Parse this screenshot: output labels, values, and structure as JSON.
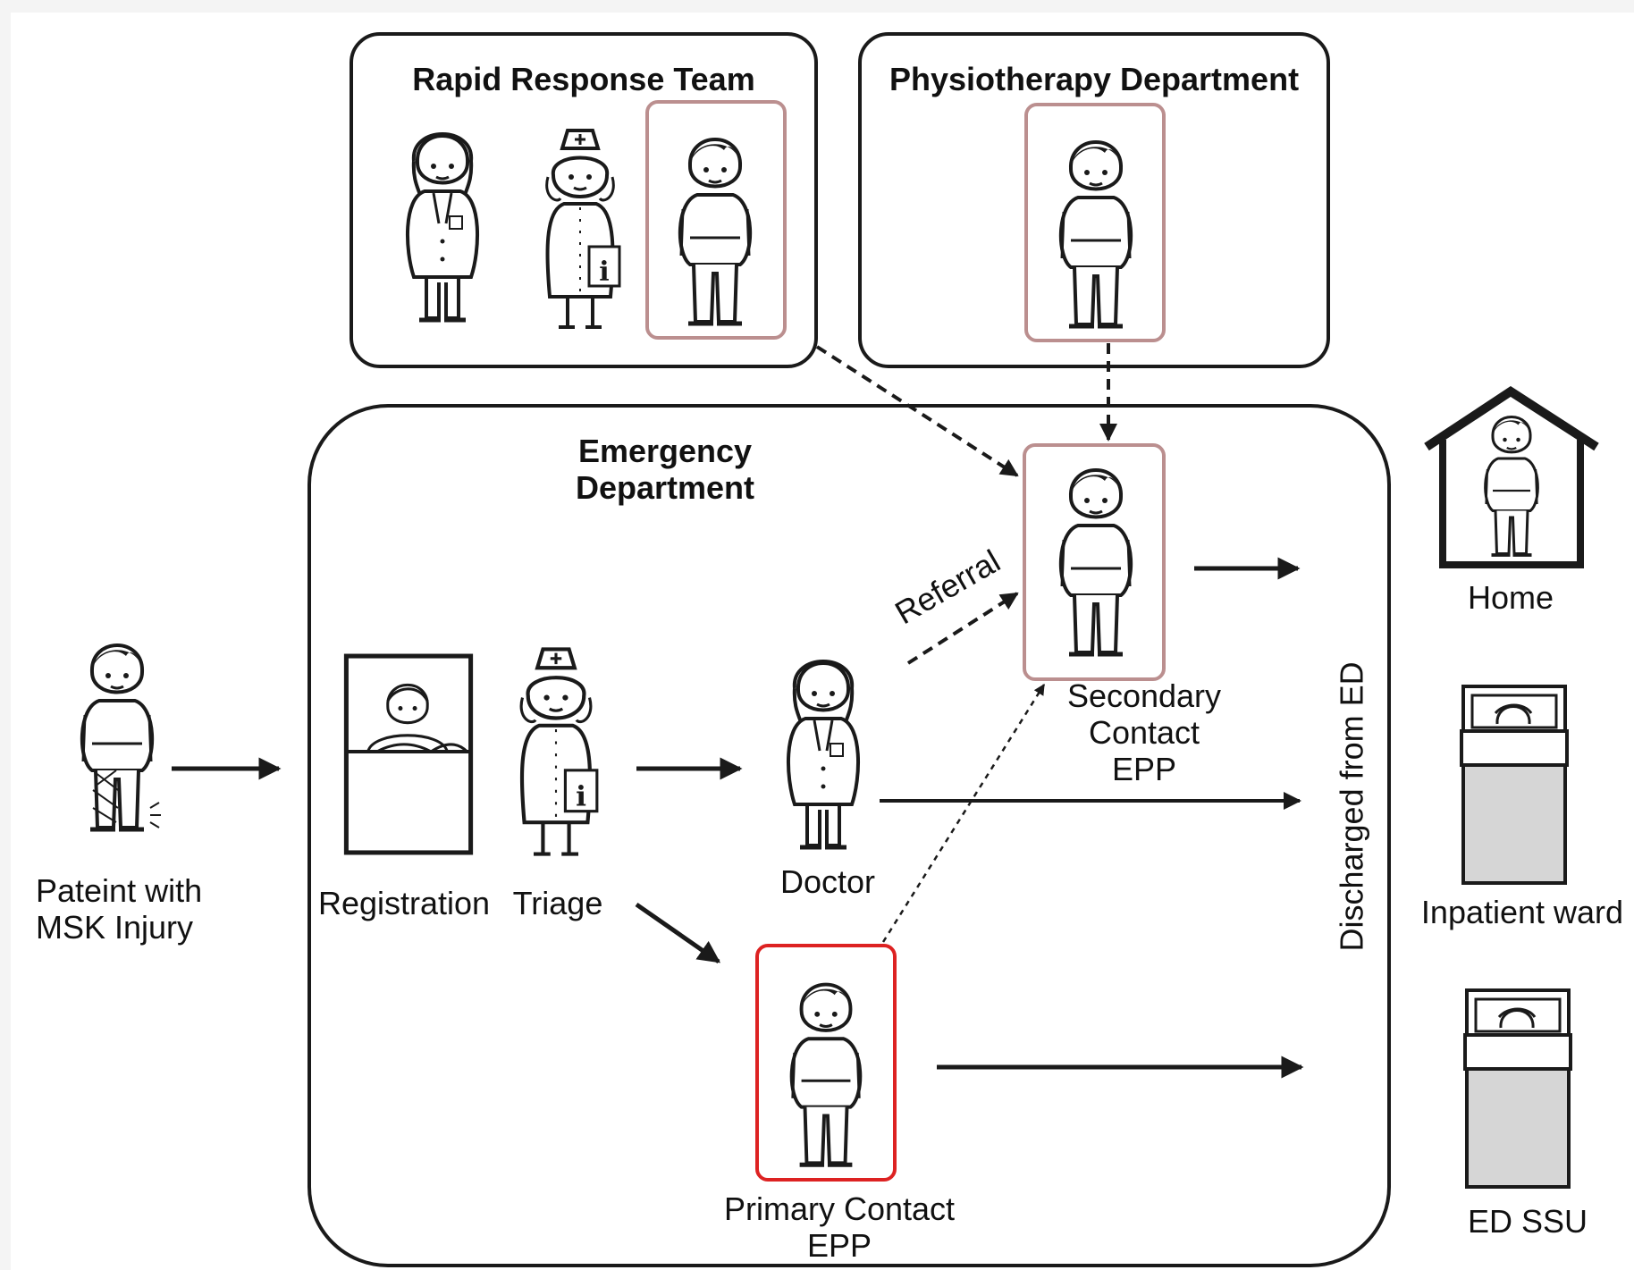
{
  "groups": {
    "rapid_response_team": "Rapid Response Team",
    "physiotherapy_department": "Physiotherapy Department",
    "emergency_department": "Emergency\nDepartment"
  },
  "roles": {
    "patient": "Pateint with\nMSK Injury",
    "registration": "Registration",
    "triage": "Triage",
    "doctor": "Doctor",
    "secondary_contact_epp": "Secondary\nContact\nEPP",
    "primary_contact_epp": "Primary Contact\nEPP"
  },
  "edges": {
    "referral": "Referral",
    "discharged": "Discharged from ED"
  },
  "destinations": {
    "home": "Home",
    "inpatient_ward": "Inpatient ward",
    "ed_ssu": "ED SSU"
  },
  "colors": {
    "stroke": "#1a1a1a",
    "epp_highlight": "#bb8f8f",
    "primary_epp_highlight": "#dd2222",
    "bed_fill": "#d6d6d6",
    "background": "#f4f4f4",
    "panel": "#ffffff"
  },
  "icons": {
    "patient": "injured-patient-icon",
    "staff": "staff-person-icon",
    "nurse": "nurse-icon",
    "physio": "physiotherapist-icon",
    "home": "house-icon",
    "bed": "hospital-bed-icon"
  }
}
